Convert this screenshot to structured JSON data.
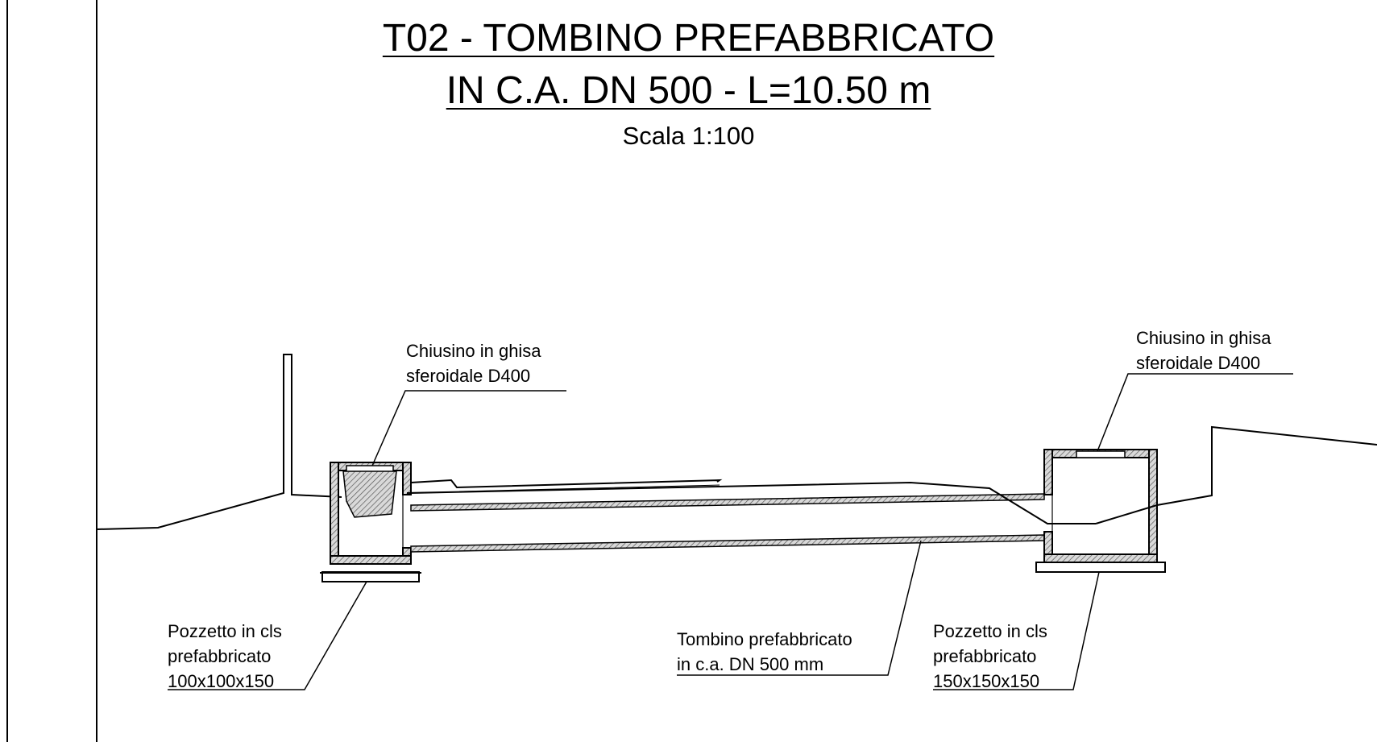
{
  "title": {
    "line1": "T02 - TOMBINO PREFABBRICATO",
    "line2": "IN C.A. DN 500 - L=10.50 m",
    "scale": "Scala 1:100"
  },
  "labels": {
    "chiusino_left": {
      "line1": "Chiusino in ghisa",
      "line2": "sferoidale D400"
    },
    "chiusino_right": {
      "line1": "Chiusino in ghisa",
      "line2": "sferoidale D400"
    },
    "pozzetto_left": {
      "line1": "Pozzetto in cls",
      "line2": "prefabbricato",
      "line3": "100x100x150"
    },
    "tombino": {
      "line1": "Tombino prefabbricato",
      "line2": "in c.a. DN 500 mm"
    },
    "pozzetto_right": {
      "line1": "Pozzetto in cls",
      "line2": "prefabbricato",
      "line3": "150x150x150"
    }
  },
  "colors": {
    "ink": "#000000",
    "hatch": "#7a7a7a",
    "paper": "#ffffff"
  }
}
